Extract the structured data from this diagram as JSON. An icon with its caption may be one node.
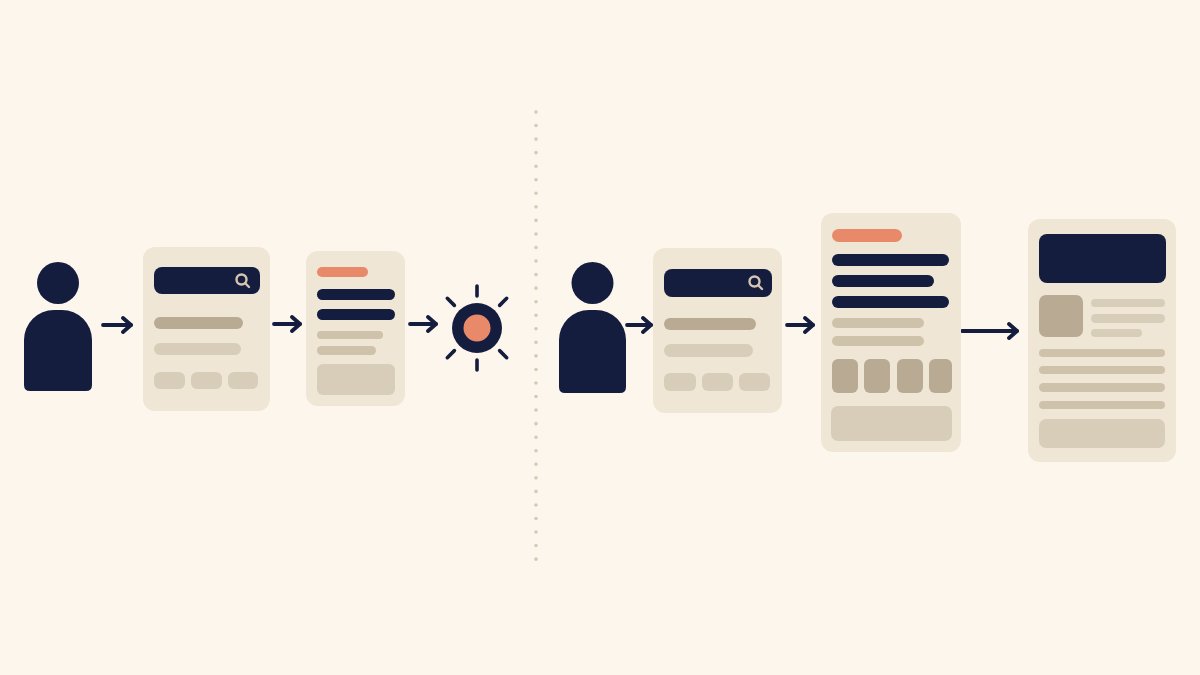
{
  "diagram": {
    "nodes": [
      {
        "text": [],
        "shape": "person"
      },
      {
        "text": [],
        "shape": "box"
      },
      {
        "text": [],
        "shape": "box"
      },
      {
        "text": [],
        "shape": "circle"
      },
      {
        "text": [],
        "shape": "person"
      },
      {
        "text": [],
        "shape": "box"
      },
      {
        "text": [],
        "shape": "box"
      },
      {
        "text": [],
        "shape": "box"
      }
    ],
    "edges": [
      {
        "from": 0,
        "to": 1,
        "arrow": "to"
      },
      {
        "from": 1,
        "to": 2,
        "arrow": "to"
      },
      {
        "from": 2,
        "to": 3,
        "arrow": "to"
      },
      {
        "from": 4,
        "to": 5,
        "arrow": "to"
      },
      {
        "from": 5,
        "to": 6,
        "arrow": "to"
      },
      {
        "from": 6,
        "to": 7,
        "arrow": "to"
      }
    ]
  }
}
